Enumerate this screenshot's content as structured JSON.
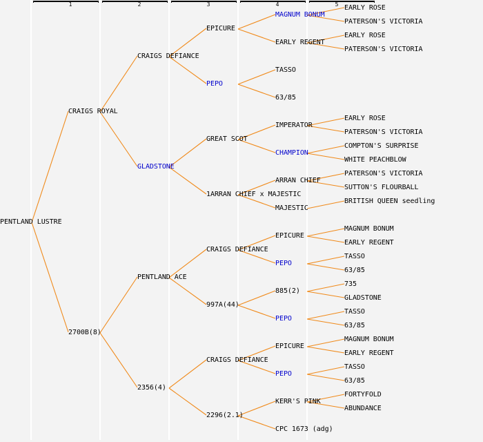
{
  "diagram": {
    "title": "Pedigree tree of PENTLAND LUSTRE",
    "colors": {
      "link": "#f08a1a",
      "text": "#000000",
      "highlight": "#0000cc",
      "background": "#f3f3f3",
      "separator": "#ffffff"
    },
    "generation_headers": [
      "1",
      "2",
      "3",
      "4",
      "5"
    ],
    "root": {
      "label": "PENTLAND LUSTRE",
      "highlight": false,
      "children": [
        {
          "label": "CRAIGS ROYAL",
          "highlight": false,
          "children": [
            {
              "label": "CRAIGS DEFIANCE",
              "highlight": false,
              "children": [
                {
                  "label": "EPICURE",
                  "highlight": false,
                  "children": [
                    {
                      "label": "MAGNUM BONUM",
                      "highlight": true,
                      "children": [
                        {
                          "label": "EARLY ROSE",
                          "highlight": false
                        },
                        {
                          "label": "PATERSON'S VICTORIA",
                          "highlight": false
                        }
                      ]
                    },
                    {
                      "label": "EARLY REGENT",
                      "highlight": false,
                      "children": [
                        {
                          "label": "EARLY ROSE",
                          "highlight": false
                        },
                        {
                          "label": "PATERSON'S VICTORIA",
                          "highlight": false
                        }
                      ]
                    }
                  ]
                },
                {
                  "label": "PEPO",
                  "highlight": true,
                  "children": [
                    {
                      "label": "TASSO",
                      "highlight": false
                    },
                    {
                      "label": "63/85",
                      "highlight": false
                    }
                  ]
                }
              ]
            },
            {
              "label": "GLADSTONE",
              "highlight": true,
              "children": [
                {
                  "label": "GREAT SCOT",
                  "highlight": false,
                  "children": [
                    {
                      "label": "IMPERATOR",
                      "highlight": false,
                      "children": [
                        {
                          "label": "EARLY ROSE",
                          "highlight": false
                        },
                        {
                          "label": "PATERSON'S VICTORIA",
                          "highlight": false
                        }
                      ]
                    },
                    {
                      "label": "CHAMPION",
                      "highlight": true,
                      "children": [
                        {
                          "label": "COMPTON'S SURPRISE",
                          "highlight": false
                        },
                        {
                          "label": "WHITE PEACHBLOW",
                          "highlight": false
                        }
                      ]
                    }
                  ]
                },
                {
                  "label": "1ARRAN CHIEF x MAJESTIC",
                  "highlight": false,
                  "children": [
                    {
                      "label": "ARRAN CHIEF",
                      "highlight": false,
                      "children": [
                        {
                          "label": "PATERSON'S VICTORIA",
                          "highlight": false
                        },
                        {
                          "label": "SUTTON'S FLOURBALL",
                          "highlight": false
                        }
                      ]
                    },
                    {
                      "label": "MAJESTIC",
                      "highlight": false,
                      "children": [
                        {
                          "label": "BRITISH QUEEN seedling",
                          "highlight": false
                        }
                      ]
                    }
                  ]
                }
              ]
            }
          ]
        },
        {
          "label": "2700B(8)",
          "highlight": false,
          "children": [
            {
              "label": "PENTLAND ACE",
              "highlight": false,
              "children": [
                {
                  "label": "CRAIGS DEFIANCE",
                  "highlight": false,
                  "children": [
                    {
                      "label": "EPICURE",
                      "highlight": false,
                      "children": [
                        {
                          "label": "MAGNUM BONUM",
                          "highlight": false
                        },
                        {
                          "label": "EARLY REGENT",
                          "highlight": false
                        }
                      ]
                    },
                    {
                      "label": "PEPO",
                      "highlight": true,
                      "children": [
                        {
                          "label": "TASSO",
                          "highlight": false
                        },
                        {
                          "label": "63/85",
                          "highlight": false
                        }
                      ]
                    }
                  ]
                },
                {
                  "label": "997A(44)",
                  "highlight": false,
                  "children": [
                    {
                      "label": "885(2)",
                      "highlight": false,
                      "children": [
                        {
                          "label": "735",
                          "highlight": false
                        },
                        {
                          "label": "GLADSTONE",
                          "highlight": false
                        }
                      ]
                    },
                    {
                      "label": "PEPO",
                      "highlight": true,
                      "children": [
                        {
                          "label": "TASSO",
                          "highlight": false
                        },
                        {
                          "label": "63/85",
                          "highlight": false
                        }
                      ]
                    }
                  ]
                }
              ]
            },
            {
              "label": "2356(4)",
              "highlight": false,
              "children": [
                {
                  "label": "CRAIGS DEFIANCE",
                  "highlight": false,
                  "children": [
                    {
                      "label": "EPICURE",
                      "highlight": false,
                      "children": [
                        {
                          "label": "MAGNUM BONUM",
                          "highlight": false
                        },
                        {
                          "label": "EARLY REGENT",
                          "highlight": false
                        }
                      ]
                    },
                    {
                      "label": "PEPO",
                      "highlight": true,
                      "children": [
                        {
                          "label": "TASSO",
                          "highlight": false
                        },
                        {
                          "label": "63/85",
                          "highlight": false
                        }
                      ]
                    }
                  ]
                },
                {
                  "label": "2296(2.1)",
                  "highlight": false,
                  "children": [
                    {
                      "label": "KERR'S PINK",
                      "highlight": false,
                      "children": [
                        {
                          "label": "FORTYFOLD",
                          "highlight": false
                        },
                        {
                          "label": "ABUNDANCE",
                          "highlight": false
                        }
                      ]
                    },
                    {
                      "label": "CPC 1673 (adg)",
                      "highlight": false
                    }
                  ]
                }
              ]
            }
          ]
        }
      ]
    }
  }
}
